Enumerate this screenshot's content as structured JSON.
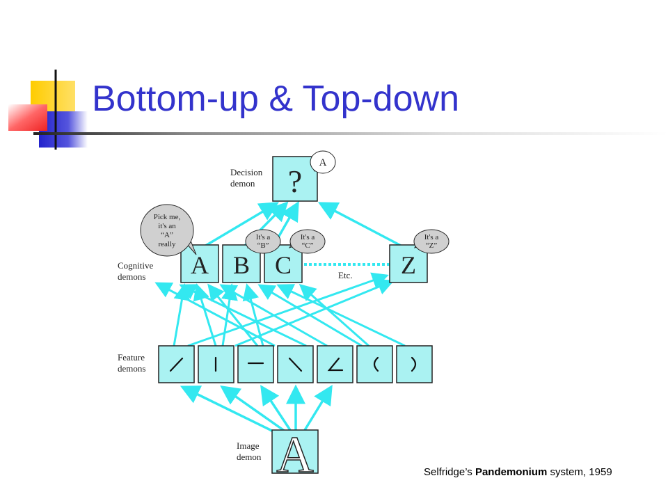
{
  "slide": {
    "title": "Bottom-up & Top-down"
  },
  "diagram": {
    "decision_label_1": "Decision",
    "decision_label_2": "demon",
    "decision_symbol": "?",
    "decision_bubble": "A",
    "cognitive_label_1": "Cognitive",
    "cognitive_label_2": "demons",
    "feature_label_1": "Feature",
    "feature_label_2": "demons",
    "image_label_1": "Image",
    "image_label_2": "demon",
    "image_letter": "A",
    "etc_label": "Etc.",
    "cognitive": [
      {
        "letter": "A"
      },
      {
        "letter": "B",
        "bubble_1": "It's a",
        "bubble_2": "“B”"
      },
      {
        "letter": "C",
        "bubble_1": "It's a",
        "bubble_2": "“C”"
      },
      {
        "letter": "Z",
        "bubble_1": "It's a",
        "bubble_2": "“Z”"
      }
    ],
    "pick_me": [
      "Pick me,",
      "it's an",
      "“A”",
      "really"
    ],
    "features": [
      "/",
      "|",
      "—",
      "\\",
      "angle",
      "(",
      ")"
    ],
    "colors": {
      "box_fill": "#aaf2f2",
      "arrow": "#33e8f0",
      "title": "#3333cc"
    }
  },
  "caption": {
    "prefix": "Selfridge’s ",
    "bold": "Pandemonium",
    "suffix": " system, 1959"
  }
}
